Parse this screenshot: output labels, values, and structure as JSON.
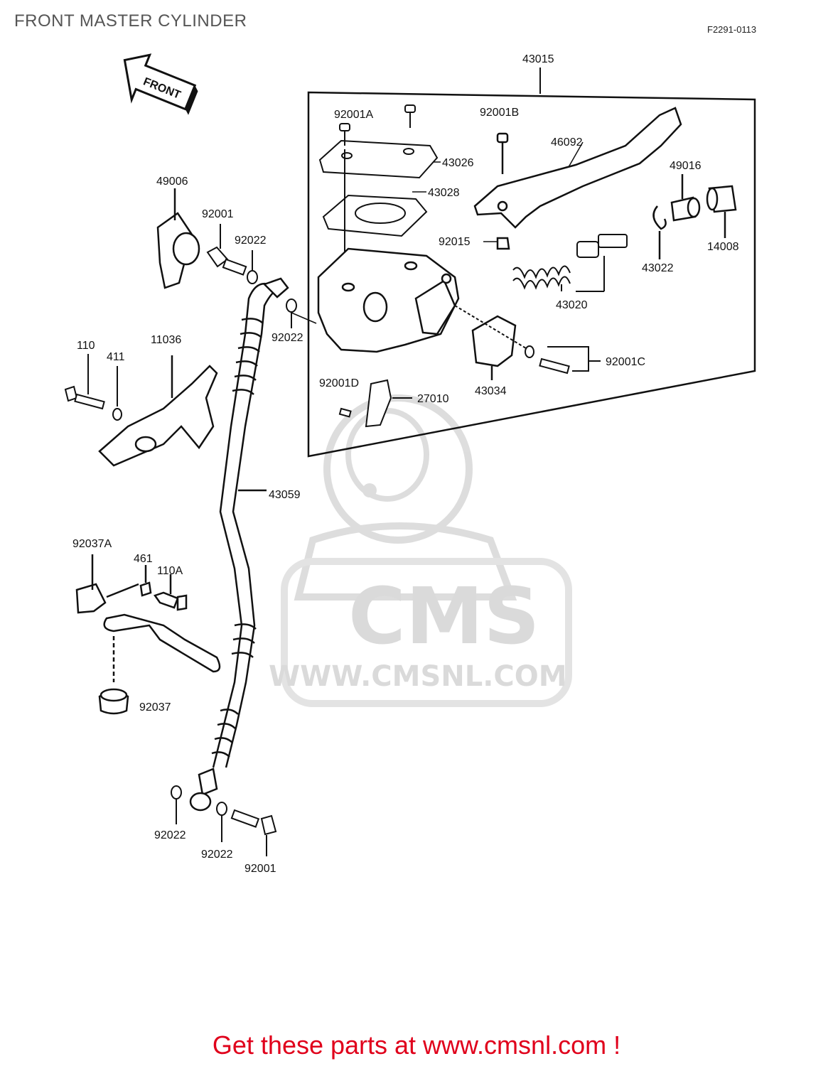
{
  "header": {
    "title": "FRONT MASTER CYLINDER",
    "figure_code": "F2291-0113"
  },
  "direction_marker": "FRONT",
  "watermark": {
    "logo_text": "CMS",
    "url_text": "WWW.CMSNL.COM"
  },
  "parts": {
    "p43015": "43015",
    "p92001A": "92001A",
    "p92001B": "92001B",
    "p46092": "46092",
    "p43026": "43026",
    "p43028": "43028",
    "p49016": "49016",
    "p92015": "92015",
    "p14008": "14008",
    "p43022": "43022",
    "p43020": "43020",
    "p92001C": "92001C",
    "p43034": "43034",
    "p92001D": "92001D",
    "p27010": "27010",
    "p49006": "49006",
    "p92001_top": "92001",
    "p92022_a": "92022",
    "p92022_b": "92022",
    "p110": "110",
    "p411": "411",
    "p11036": "11036",
    "p43059": "43059",
    "p92037A": "92037A",
    "p461": "461",
    "p110A": "110A",
    "p92037": "92037",
    "p92022_c": "92022",
    "p92022_d": "92022",
    "p92001_bot": "92001"
  },
  "footer": {
    "text": "Get these parts at www.cmsnl.com !"
  },
  "colors": {
    "line": "#111111",
    "watermark": "#d9d9d9",
    "footer": "#e0001b"
  }
}
